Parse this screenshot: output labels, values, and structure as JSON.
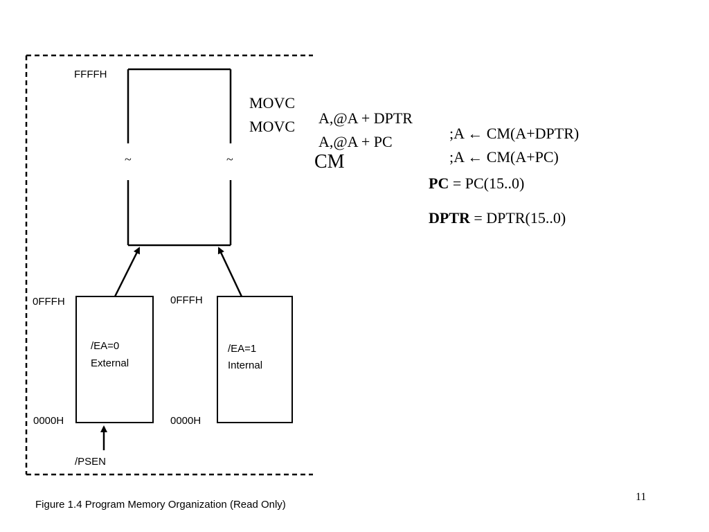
{
  "instructions": [
    {
      "mnemonic": "MOVC",
      "operands": "A,@A + DPTR",
      "comment": ";A ← CM(A+DPTR)"
    },
    {
      "mnemonic": "MOVC",
      "operands": "A,@A + PC",
      "comment": ";A ← CM(A+PC)"
    }
  ],
  "cm_label": "CM",
  "definitions": [
    {
      "name": "PC",
      "value": "= PC(15..0)"
    },
    {
      "name": "DPTR",
      "value": "= DPTR(15..0)"
    }
  ],
  "diagram": {
    "top_block": {
      "top_address": "FFFFH",
      "gap_symbol": "~"
    },
    "external_block": {
      "top_address": "0FFFH",
      "bottom_address": "0000H",
      "line1": "/EA=0",
      "line2": "External"
    },
    "internal_block": {
      "top_address": "0FFFH",
      "bottom_address": "0000H",
      "line1": "/EA=1",
      "line2": "Internal"
    },
    "psen_label": "/PSEN"
  },
  "caption": "Figure 1.4  Program Memory Organization (Read Only)",
  "page_number": "11"
}
